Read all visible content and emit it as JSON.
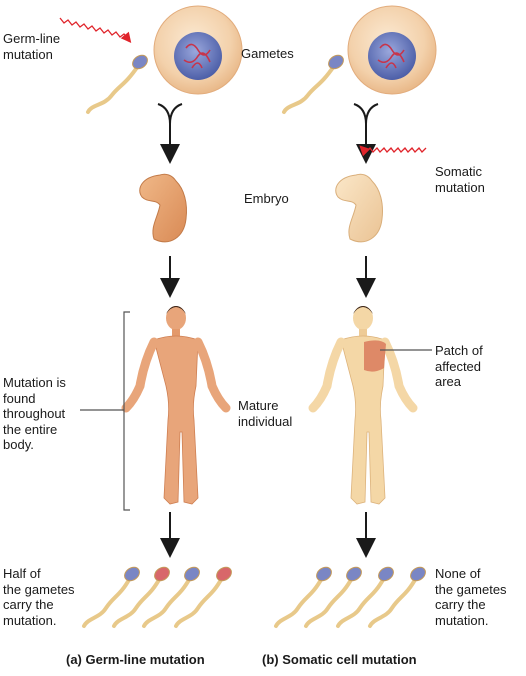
{
  "labels": {
    "germline_mutation": "Germ-line\nmutation",
    "gametes": "Gametes",
    "somatic_mutation": "Somatic\nmutation",
    "embryo": "Embryo",
    "mutation_throughout": "Mutation is\nfound\nthroughout\nthe entire\nbody.",
    "mature_individual": "Mature\nindividual",
    "patch_affected": "Patch of\naffected\narea",
    "half_gametes": "Half of\nthe gametes\ncarry the\nmutation.",
    "none_gametes": "None of\nthe gametes\ncarry the\nmutation."
  },
  "captions": {
    "germline": "(a) Germ-line mutation",
    "somatic": "(b) Somatic cell mutation"
  },
  "colors": {
    "mutation": "#e0242b",
    "egg": "#f2cfa6",
    "nucleus": "#5b6fb5",
    "chromosome": "#c8344a",
    "sperm_tail": "#e8c98a",
    "sperm_head": "#7a86c4",
    "mutant_head": "#d8676a",
    "skin_germline": "#e8a57a",
    "skin_somatic": "#f4d7a6",
    "patch": "#d97b5c",
    "hair": "#3a2418"
  }
}
